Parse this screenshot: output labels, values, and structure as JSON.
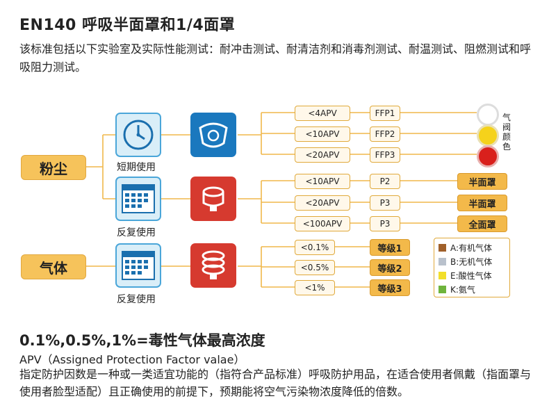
{
  "title": "EN140 呼吸半面罩和1/4面罩",
  "intro": "该标准包括以下实验室及实际性能测试：耐冲击测试、耐清洁剂和消毒剂测试、耐温测试、阻燃测试和呼吸阻力测试。",
  "categories": {
    "dust": "粉尘",
    "gas": "气体"
  },
  "usage": {
    "short_term": "短期使用",
    "reuse_dust": "反复使用",
    "reuse_gas": "反复使用"
  },
  "dust_short_rows": [
    {
      "apv": "<4APV",
      "level": "FFP1",
      "valve_color": "#ffffff"
    },
    {
      "apv": "<10APV",
      "level": "FFP2",
      "valve_color": "#f5d21b"
    },
    {
      "apv": "<20APV",
      "level": "FFP3",
      "valve_color": "#d9201c"
    }
  ],
  "valve_color_label": "气阀颜色",
  "dust_reuse_rows": [
    {
      "apv": "<10APV",
      "level": "P2",
      "mask": "半面罩"
    },
    {
      "apv": "<20APV",
      "level": "P3",
      "mask": "半面罩"
    },
    {
      "apv": "<100APV",
      "level": "P3",
      "mask": "全面罩"
    }
  ],
  "gas_rows": [
    {
      "conc": "<0.1%",
      "grade": "等级1"
    },
    {
      "conc": "<0.5%",
      "grade": "等级2"
    },
    {
      "conc": "<1%",
      "grade": "等级3"
    }
  ],
  "gas_legend": [
    {
      "label": "A:有机气体",
      "color": "#a0602a"
    },
    {
      "label": "B:无机气体",
      "color": "#b9c1cc"
    },
    {
      "label": "E:酸性气体",
      "color": "#f2df2a"
    },
    {
      "label": "K:氨气",
      "color": "#6fb43c"
    }
  ],
  "heading2": "0.1%,0.5%,1%=毒性气体最高浓度",
  "apv_heading": "APV（Assigned Protection Factor valae）",
  "apv_definition": "指定防护因数是一种或一类适宜功能的（指符合产品标准）呼吸防护用品，在适合使用者佩戴（指面罩与使用者脸型适配）且正确使用的前提下，预期能将空气污染物浓度降低的倍数。",
  "icons": {
    "clock": "clock-icon",
    "calendar": "calendar-icon",
    "mask_short": "disposable-mask-icon",
    "mask_reuse": "reusable-mask-icon",
    "gas_filter": "gas-filter-icon"
  }
}
